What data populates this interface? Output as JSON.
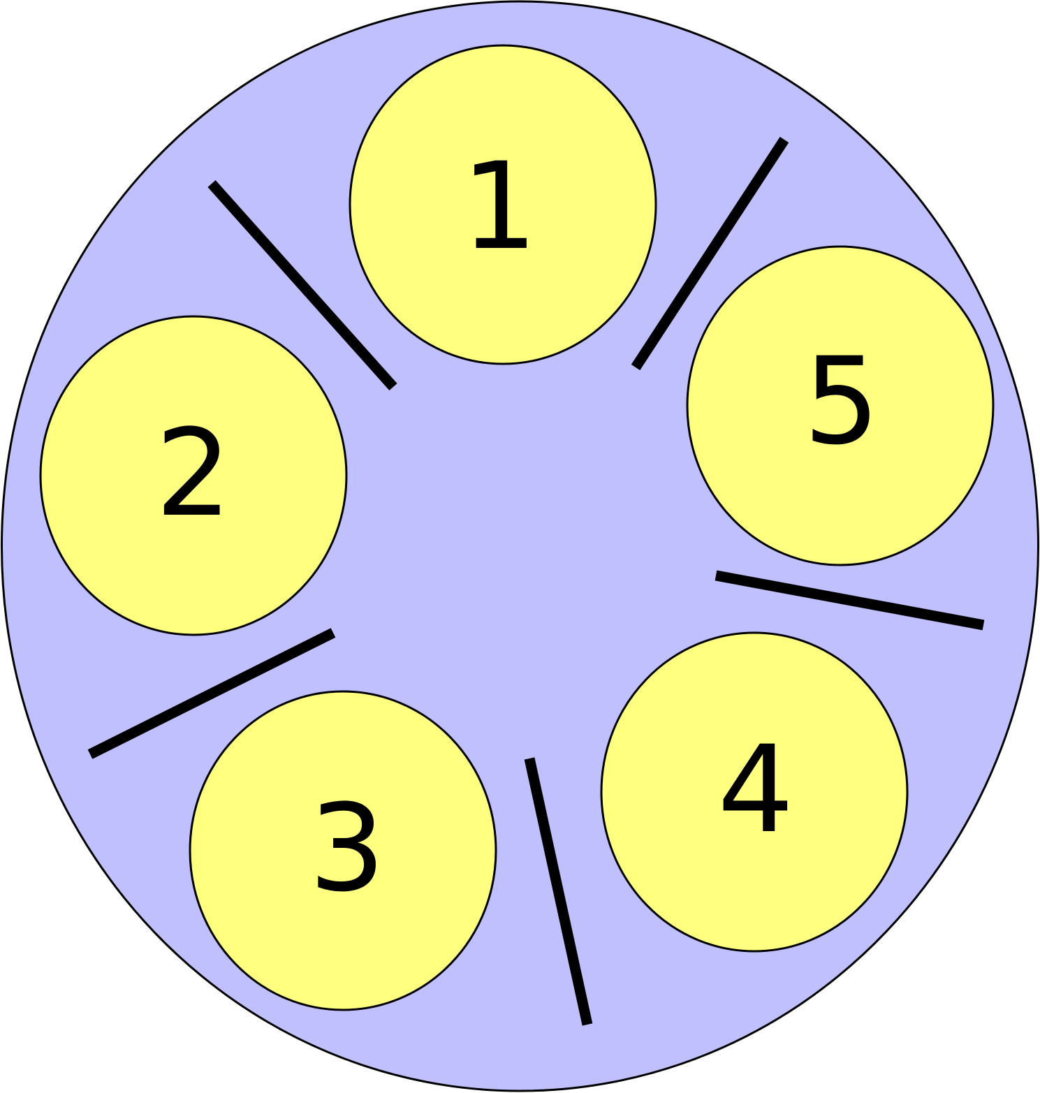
{
  "colors": {
    "table_fill": "#c0c0ff",
    "seat_fill": "#ffff80",
    "outline": "#000000",
    "divider": "#000000",
    "label": "#000000"
  },
  "seats": [
    {
      "label": "1"
    },
    {
      "label": "2"
    },
    {
      "label": "3"
    },
    {
      "label": "4"
    },
    {
      "label": "5"
    }
  ],
  "dividers": [
    {
      "between": [
        "1",
        "2"
      ]
    },
    {
      "between": [
        "2",
        "3"
      ]
    },
    {
      "between": [
        "3",
        "4"
      ]
    },
    {
      "between": [
        "4",
        "5"
      ]
    },
    {
      "between": [
        "5",
        "1"
      ]
    }
  ]
}
